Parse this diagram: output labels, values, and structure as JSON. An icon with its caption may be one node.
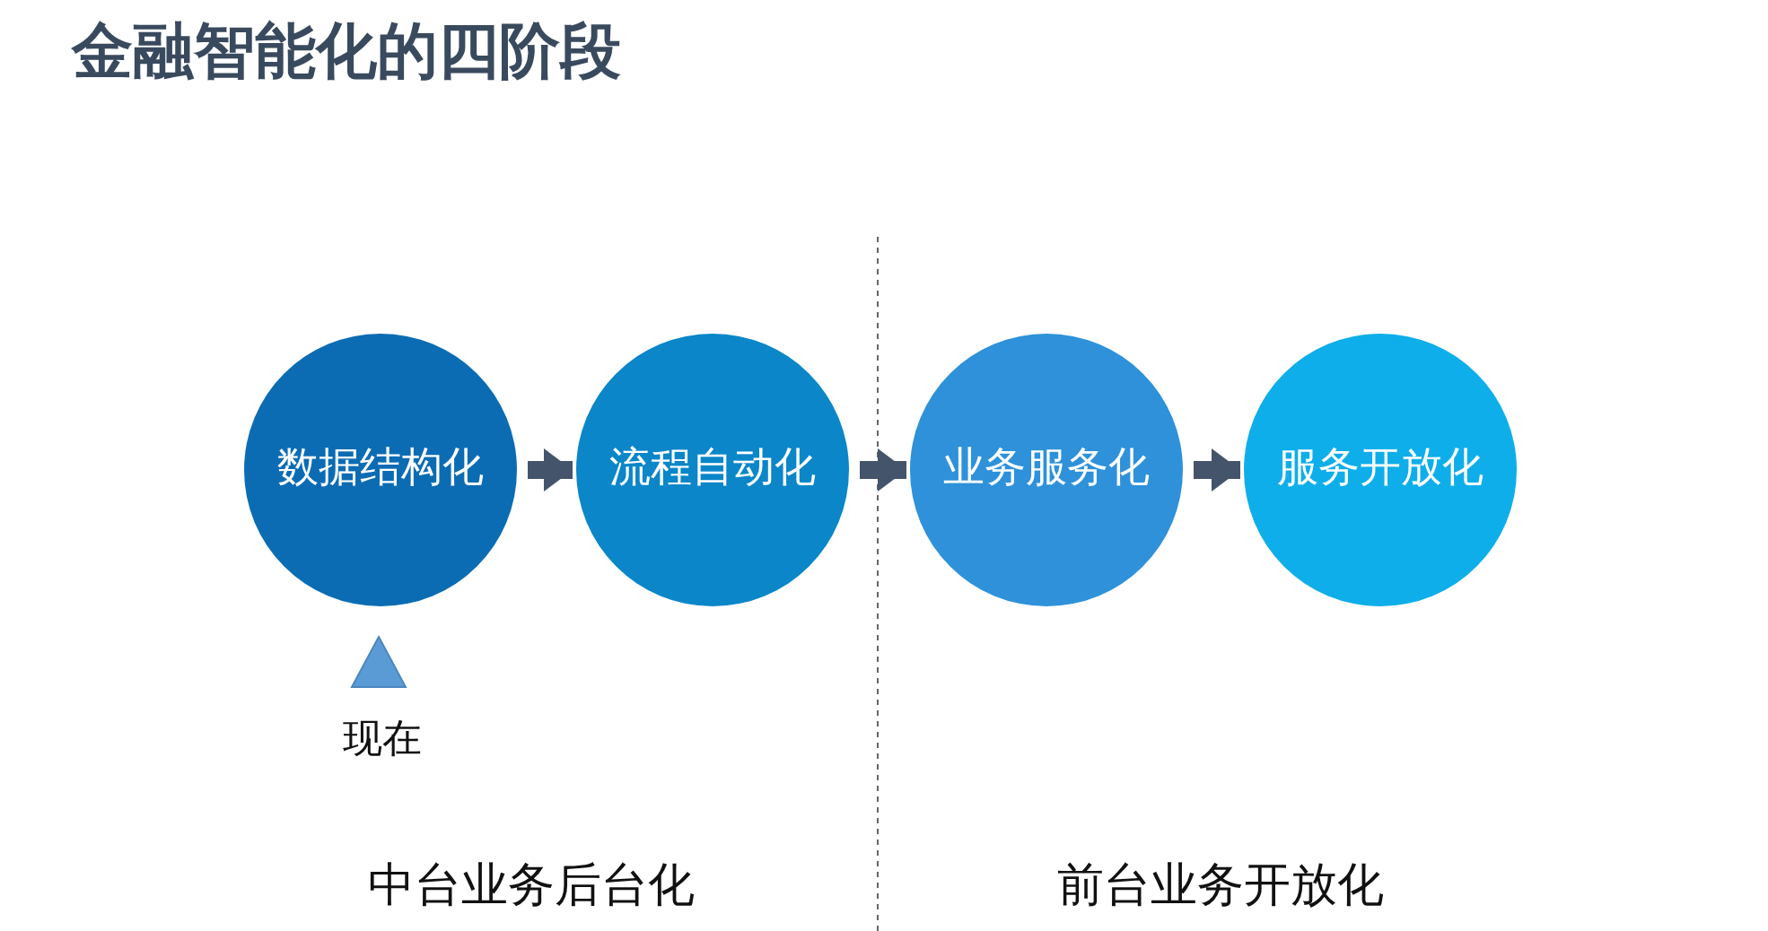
{
  "diagram": {
    "title": "金融智能化的四阶段",
    "nodes": [
      {
        "text": [
          "数据结构化"
        ]
      },
      {
        "text": [
          "流程自动化"
        ]
      },
      {
        "text": [
          "业务服务化"
        ]
      },
      {
        "text": [
          "服务开放化"
        ]
      }
    ],
    "edges": [
      {
        "from": 0,
        "to": 1,
        "arrow": "to"
      },
      {
        "from": 1,
        "to": 2,
        "arrow": "to"
      },
      {
        "from": 2,
        "to": 3,
        "arrow": "to"
      }
    ],
    "labels": [
      "现在",
      "中台业务后台化",
      "前台业务开放化"
    ]
  }
}
